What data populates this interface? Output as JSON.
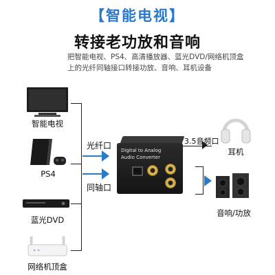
{
  "header": {
    "tag": "【智能电视】",
    "title": "转接老功放和音响",
    "desc_line1": "把智能电视、PS4、高清播放器、蓝光DVD/网络机顶盒",
    "desc_line2": "上的光纤同轴接口转接功放、音响、耳机设备"
  },
  "devices": [
    {
      "icon": "tv-icon",
      "label": "智能电视"
    },
    {
      "icon": "ps4-icon",
      "label": "PS4"
    },
    {
      "icon": "dvd-player-icon",
      "label": "蓝光DVD"
    },
    {
      "icon": "router-icon",
      "label": "网络机顶盒"
    }
  ],
  "inputs": {
    "optical": "光纤口",
    "coaxial": "同轴口"
  },
  "converter": {
    "line1": "Digital to Analog",
    "line2": "Audio Converter"
  },
  "outputs": {
    "jack": "3.5音频口",
    "headphones": "耳机",
    "speakers": "音响/功放"
  },
  "colors": {
    "accent": "#2b79c9",
    "line": "#1e1e1e"
  }
}
